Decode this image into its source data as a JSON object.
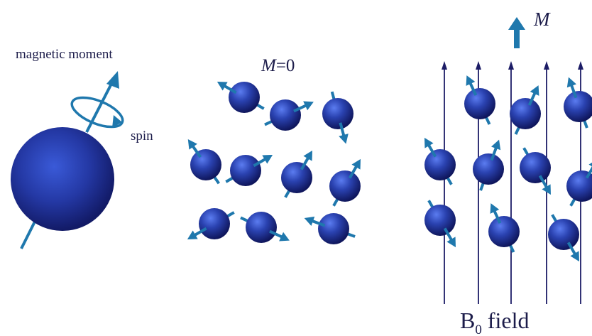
{
  "labels": {
    "magnetic_moment": "magnetic moment",
    "spin": "spin",
    "m_zero_symbol": "M",
    "m_zero_value": "=0",
    "m_top": "M",
    "b_field_letter": "B",
    "b_field_subscript": "0",
    "b_field_word": " field"
  },
  "colors": {
    "sphere_dark": "#10175e",
    "sphere_mid": "#24389e",
    "sphere_light": "#4f6fe0",
    "arrow": "#1f78ad",
    "field_line": "#1c1c66",
    "text": "#1c1c4a"
  },
  "icons": {
    "moment_arrow": "arrow-icon",
    "spin_loop": "spin-loop-icon",
    "field_arrow": "field-arrow-icon"
  }
}
